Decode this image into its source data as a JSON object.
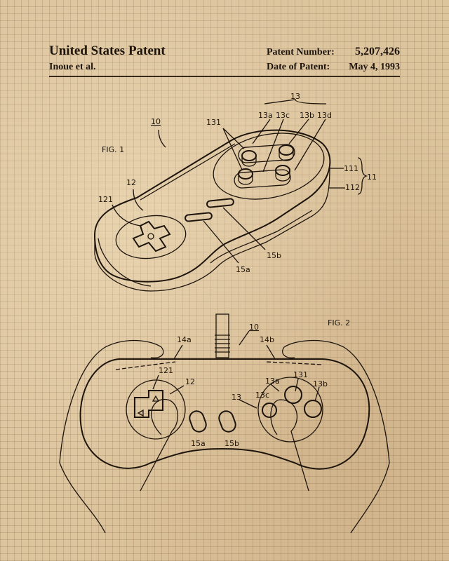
{
  "header": {
    "title": "United States Patent",
    "inventor": "Inoue et al.",
    "patent_number_label": "Patent Number:",
    "patent_number": "5,207,426",
    "date_label": "Date of Patent:",
    "date": "May 4, 1993"
  },
  "fig1": {
    "caption": "FIG. 1",
    "labels": {
      "l10": "10",
      "l11": "11",
      "l111": "111",
      "l112": "112",
      "l12": "12",
      "l121": "121",
      "l13": "13",
      "l13a": "13a",
      "l13b": "13b",
      "l13c": "13c",
      "l13d": "13d",
      "l131": "131",
      "l15a": "15a",
      "l15b": "15b"
    }
  },
  "fig2": {
    "caption": "FIG. 2",
    "labels": {
      "l10": "10",
      "l14a": "14a",
      "l14b": "14b",
      "l121": "121",
      "l12": "12",
      "l13": "13",
      "l13a": "13a",
      "l13b": "13b",
      "l13c": "13c",
      "l131": "131",
      "l15a": "15a",
      "l15b": "15b"
    }
  }
}
